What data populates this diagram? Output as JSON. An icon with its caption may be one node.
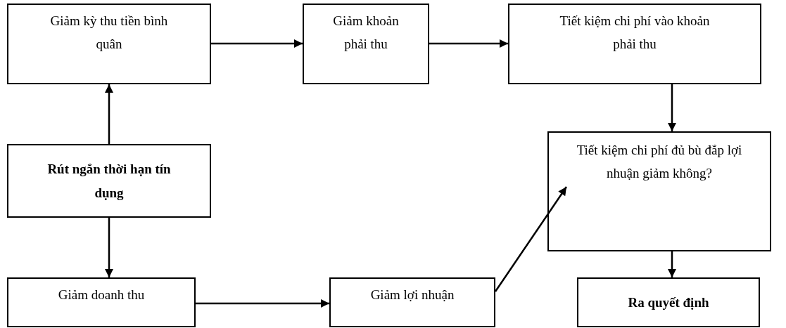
{
  "diagram": {
    "nodes": [
      {
        "text": [
          "Giảm kỳ thu tiền bình quân"
        ]
      },
      {
        "text": [
          "Giảm khoản phải thu"
        ]
      },
      {
        "text": [
          "Tiết kiệm chi phí vào khoản phải thu"
        ]
      },
      {
        "text": [
          "Rút ngắn thời hạn tín dụng"
        ]
      },
      {
        "text": [
          "Tiết kiệm chi phí đủ bù đắp lợi nhuận giảm không?"
        ]
      },
      {
        "text": [
          "Giảm doanh thu"
        ]
      },
      {
        "text": [
          "Giảm lợi nhuận"
        ]
      },
      {
        "text": [
          "Ra quyết định"
        ]
      }
    ],
    "edges": [
      {
        "from": 3,
        "to": 0,
        "arrow": "to"
      },
      {
        "from": 0,
        "to": 1,
        "arrow": "to"
      },
      {
        "from": 1,
        "to": 2,
        "arrow": "to"
      },
      {
        "from": 2,
        "to": 4,
        "arrow": "to"
      },
      {
        "from": 3,
        "to": 5,
        "arrow": "to"
      },
      {
        "from": 5,
        "to": 6,
        "arrow": "to"
      },
      {
        "from": 6,
        "to": 4,
        "arrow": "to"
      },
      {
        "from": 4,
        "to": 7,
        "arrow": "to"
      }
    ]
  }
}
